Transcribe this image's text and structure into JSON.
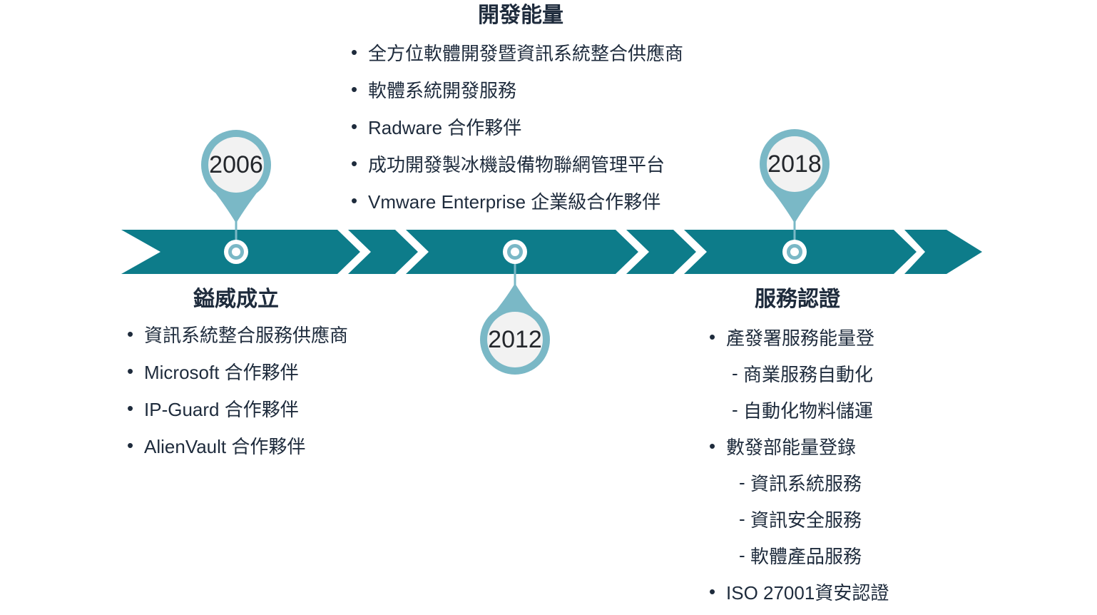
{
  "colors": {
    "band": "#0D7C8A",
    "pin": "#7AB8C6",
    "pin_inner": "#F2F2F2",
    "text": "#1E2B3C",
    "year": "#23262B",
    "background": "#FFFFFF"
  },
  "timeline": {
    "milestones": [
      {
        "year": "2006",
        "title": "鎰威成立",
        "items": [
          {
            "marker": "•",
            "text": "資訊系統整合服務供應商"
          },
          {
            "marker": "•",
            "text": "Microsoft 合作夥伴"
          },
          {
            "marker": "•",
            "text": "IP-Guard 合作夥伴"
          },
          {
            "marker": "•",
            "text": "AlienVault 合作夥伴"
          }
        ]
      },
      {
        "year": "2012",
        "title": "開發能量",
        "items": [
          {
            "marker": "•",
            "text": "全方位軟體開發暨資訊系統整合供應商"
          },
          {
            "marker": "•",
            "text": "軟體系統開發服務"
          },
          {
            "marker": "•",
            "text": "Radware 合作夥伴"
          },
          {
            "marker": "•",
            "text": "成功開發製冰機設備物聯網管理平台"
          },
          {
            "marker": "•",
            "text": "Vmware Enterprise 企業級合作夥伴"
          }
        ]
      },
      {
        "year": "2018",
        "title": "服務認證",
        "items": [
          {
            "marker": "•",
            "text": "產發署服務能量登"
          },
          {
            "marker": "-",
            "text": "商業服務自動化"
          },
          {
            "marker": "-",
            "text": "自動化物料儲運"
          },
          {
            "marker": "•",
            "text": "數發部能量登錄"
          },
          {
            "marker": "-",
            "text": "資訊系統服務"
          },
          {
            "marker": "-",
            "text": "資訊安全服務"
          },
          {
            "marker": "-",
            "text": "軟體產品服務"
          },
          {
            "marker": "•",
            "text": "ISO 27001資安認證"
          }
        ]
      }
    ]
  }
}
